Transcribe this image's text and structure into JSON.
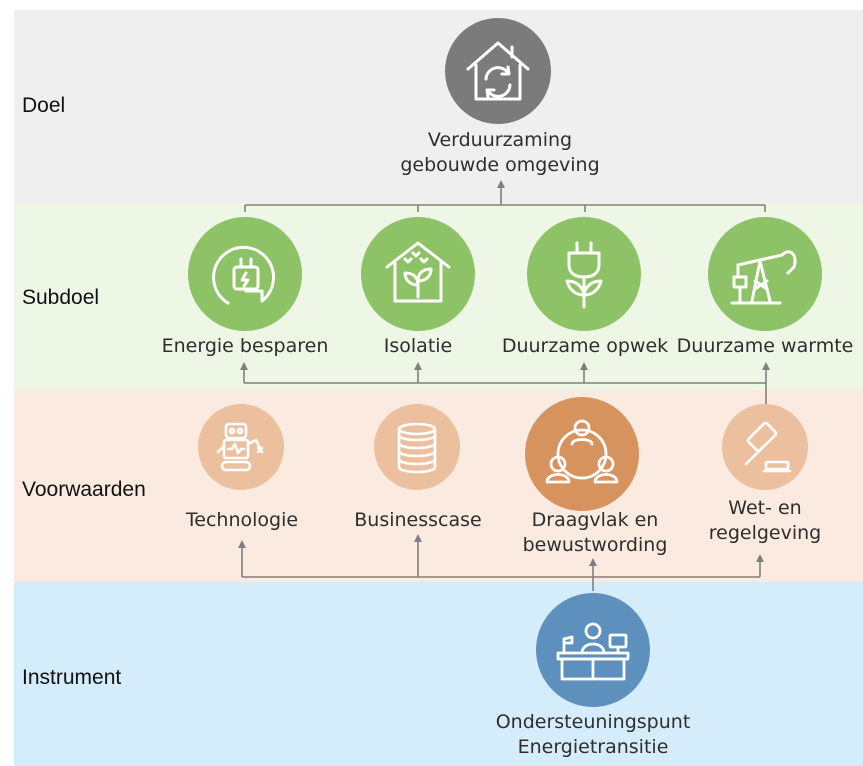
{
  "levels": {
    "goal": "Doel",
    "subgoal": "Subdoel",
    "conditions": "Voorwaarden",
    "instrument": "Instrument"
  },
  "goal": {
    "line1": "Verduurzaming",
    "line2": "gebouwde omgeving",
    "icon": "recycle-house-icon",
    "color": "#7b7b7b"
  },
  "subgoals": [
    {
      "label": "Energie besparen",
      "icon": "plug-icon",
      "color": "#8dc266"
    },
    {
      "label": "Isolatie",
      "icon": "insulated-house-icon",
      "color": "#8dc266"
    },
    {
      "label": "Duurzame opwek",
      "icon": "plug-plant-icon",
      "color": "#8dc266"
    },
    {
      "label": "Duurzame warmte",
      "icon": "pump-jack-icon",
      "color": "#8dc266"
    }
  ],
  "conditions": [
    {
      "line1": "Technologie",
      "line2": "",
      "icon": "robot-icon",
      "color": "#ecbf9f"
    },
    {
      "line1": "Businesscase",
      "line2": "",
      "icon": "coins-icon",
      "color": "#ecbf9f"
    },
    {
      "line1": "Draagvlak en",
      "line2": "bewustwording",
      "icon": "people-network-icon",
      "color": "#d6935e"
    },
    {
      "line1": "Wet- en",
      "line2": "regelgeving",
      "icon": "gavel-icon",
      "color": "#ecbf9f"
    }
  ],
  "instrument": {
    "line1": "Ondersteuningspunt",
    "line2": "Energietransitie",
    "icon": "help-desk-icon",
    "color": "#5d90bd"
  },
  "colors": {
    "connector": "#808080"
  }
}
